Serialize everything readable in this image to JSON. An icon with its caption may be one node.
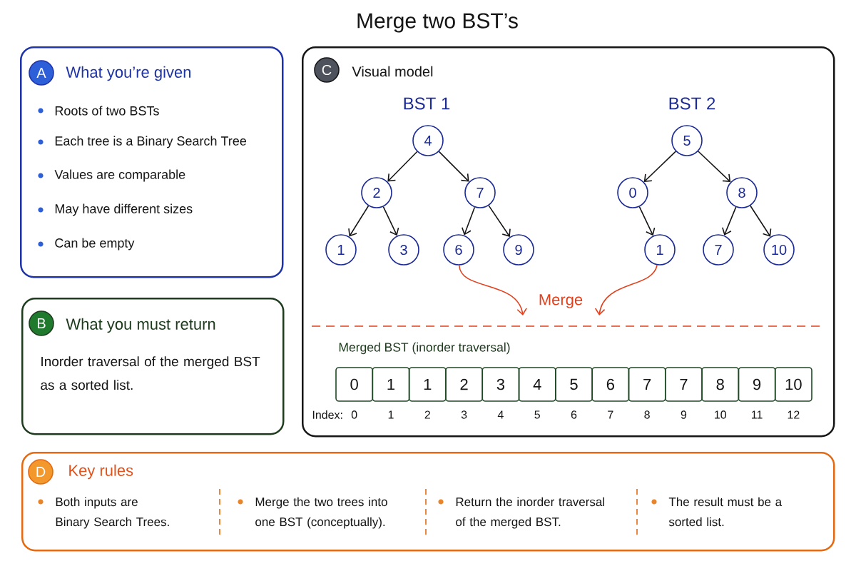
{
  "diagram": {
    "title": "Merge two BST’s",
    "nodes": [
      {
        "text": [
          "What you’re given",
          "Roots of two BSTs",
          "Each tree is a Binary Search Tree",
          "Values are comparable",
          "May have different sizes",
          "Can be empty"
        ]
      },
      {
        "text": [
          "A"
        ],
        "in": 0
      },
      {
        "text": [
          "What you must return",
          "Inorder traversal of the merged BST as a sorted list."
        ]
      },
      {
        "text": [
          "B"
        ],
        "in": 2
      },
      {
        "text": [
          "Visual model"
        ]
      },
      {
        "text": [
          "C"
        ],
        "in": 4
      },
      {
        "text": [
          "4"
        ],
        "in": 4
      },
      {
        "text": [
          "2"
        ],
        "in": 4
      },
      {
        "text": [
          "7"
        ],
        "in": 4
      },
      {
        "text": [
          "1"
        ],
        "in": 4
      },
      {
        "text": [
          "3"
        ],
        "in": 4
      },
      {
        "text": [
          "6"
        ],
        "in": 4
      },
      {
        "text": [
          "9"
        ],
        "in": 4
      },
      {
        "text": [
          "5"
        ],
        "in": 4
      },
      {
        "text": [
          "0"
        ],
        "in": 4
      },
      {
        "text": [
          "8"
        ],
        "in": 4
      },
      {
        "text": [
          "1"
        ],
        "in": 4
      },
      {
        "text": [
          "7"
        ],
        "in": 4
      },
      {
        "text": [
          "10"
        ],
        "in": 4
      },
      {
        "text": [
          "0"
        ],
        "in": 4
      },
      {
        "text": [
          "1"
        ],
        "in": 4
      },
      {
        "text": [
          "1"
        ],
        "in": 4
      },
      {
        "text": [
          "2"
        ],
        "in": 4
      },
      {
        "text": [
          "3"
        ],
        "in": 4
      },
      {
        "text": [
          "4"
        ],
        "in": 4
      },
      {
        "text": [
          "5"
        ],
        "in": 4
      },
      {
        "text": [
          "6"
        ],
        "in": 4
      },
      {
        "text": [
          "7"
        ],
        "in": 4
      },
      {
        "text": [
          "7"
        ],
        "in": 4
      },
      {
        "text": [
          "8"
        ],
        "in": 4
      },
      {
        "text": [
          "9"
        ],
        "in": 4
      },
      {
        "text": [
          "10"
        ],
        "in": 4
      },
      {
        "text": [
          "Key rules",
          "Both inputs are Binary Search Trees.",
          "Merge the two trees into one BST (conceptually).",
          "Return the inorder traversal of the merged BST.",
          "The result must be a sorted list."
        ]
      },
      {
        "text": [
          "D"
        ],
        "in": 32
      }
    ],
    "edges": [
      {
        "from": 6,
        "to": 7,
        "arrow": "to"
      },
      {
        "from": 6,
        "to": 8,
        "arrow": "to"
      },
      {
        "from": 7,
        "to": 9,
        "arrow": "to"
      },
      {
        "from": 7,
        "to": 10,
        "arrow": "to"
      },
      {
        "from": 8,
        "to": 11,
        "arrow": "to"
      },
      {
        "from": 8,
        "to": 12,
        "arrow": "to"
      },
      {
        "from": 13,
        "to": 14,
        "arrow": "to"
      },
      {
        "from": 13,
        "to": 15,
        "arrow": "to"
      },
      {
        "from": 14,
        "to": 16,
        "arrow": "to"
      },
      {
        "from": 15,
        "to": 17,
        "arrow": "to"
      },
      {
        "from": 15,
        "to": 18,
        "arrow": "to"
      },
      {
        "from": 11,
        "to": null,
        "arrow": "to",
        "color": "#e2401c"
      },
      {
        "from": 16,
        "to": null,
        "arrow": "to",
        "color": "#e2401c"
      }
    ],
    "labels": [
      "BST 1",
      "BST 2",
      "Merge",
      "Merged BST (inorder traversal)",
      "Index:",
      "0",
      "1",
      "2",
      "3",
      "4",
      "5",
      "6",
      "7",
      "8",
      "9",
      "10",
      "11",
      "12"
    ]
  }
}
